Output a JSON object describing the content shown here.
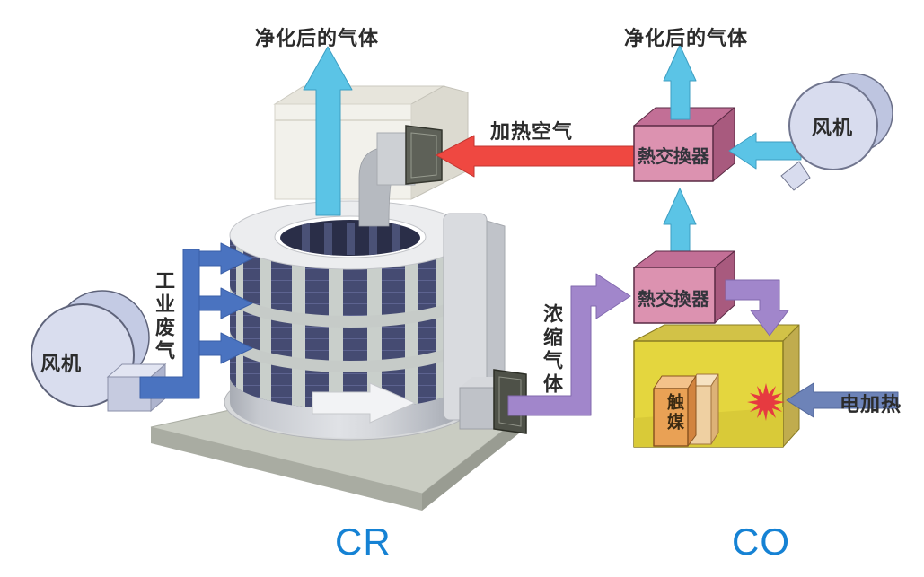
{
  "diagram": {
    "system_labels": {
      "concentrator": "CR",
      "oxidizer": "CO"
    },
    "flow_labels": {
      "purified_gas_left": "净化后的气体",
      "purified_gas_right": "净化后的气体",
      "heated_air": "加热空气",
      "industrial_waste_gas": "工业废气",
      "concentrated_gas": "浓缩气体",
      "electric_heating": "电加热"
    },
    "equipment_labels": {
      "heat_exchanger_top": "熱交換器",
      "heat_exchanger_bottom": "熱交換器",
      "fan_left": "风机",
      "fan_right": "风机",
      "catalyst": "触媒"
    },
    "colors": {
      "cyan_arrow": "#5BC4E6",
      "blue_arrow": "#4A73C0",
      "red_arrow": "#EF4841",
      "purple_arrow": "#A186CB",
      "slate_arrow": "#6D83B8",
      "heat_exchanger_pink": "#DC92B0",
      "oxidizer_yellow": "#E4D63E",
      "catalyst_orange": "#E9A155",
      "spark_red": "#E63A40",
      "system_label_blue": "#1582D4"
    }
  }
}
